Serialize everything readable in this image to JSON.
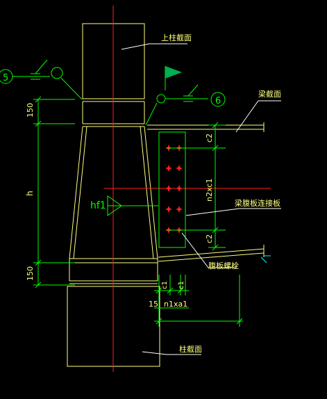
{
  "labels": {
    "upper_column_section": "上柱截面",
    "lower_column_section": "柱截面",
    "beam_section": "梁截面",
    "web_connection_plate": "梁腹板连接板",
    "web_bolts": "腹板螺栓"
  },
  "axis_markers": {
    "left": "5",
    "right": "6"
  },
  "dimensions": {
    "top_150": "150",
    "h": "h",
    "bottom_150": "150",
    "c2_top": "c2",
    "n2xc1": "n2xc1",
    "c2_bottom": "c2",
    "c1_left": "c1",
    "c1_right": "c1",
    "d15": "15",
    "n1xa1": "n1xa1"
  },
  "weld": {
    "label": "hf1"
  },
  "colors": {
    "background": "#000000",
    "outline": "#ffff80",
    "green": "#00ff00",
    "red": "#ff2020",
    "white": "#ffffff",
    "cyan": "#00ffff",
    "flag": "#00b050"
  }
}
